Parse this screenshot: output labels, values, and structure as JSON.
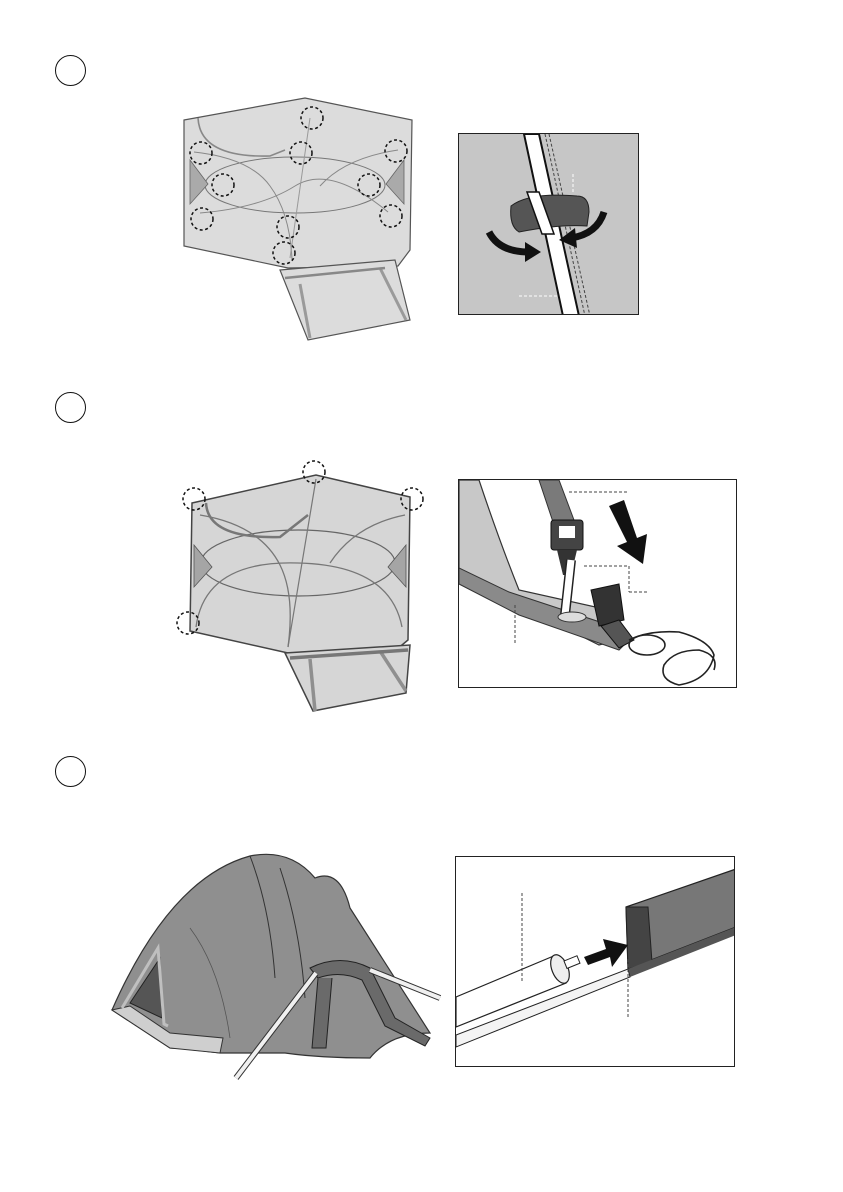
{
  "colors": {
    "outline": "#2b2b2b",
    "fabric_light": "#dcdcdc",
    "fabric_mid": "#bdbdbd",
    "fabric_dark": "#8a8a8a",
    "detail_bg": "#c6c6c6",
    "tab_dark": "#505050",
    "pole": "#9a9a9a"
  },
  "steps": [
    {
      "number": "",
      "panels": [
        "overhead-view-clip-points",
        "pole-clip-detail"
      ]
    },
    {
      "number": "",
      "panels": [
        "overhead-view-corner-points",
        "buckle-detail"
      ]
    },
    {
      "number": "",
      "panels": [
        "tent-with-fly",
        "pole-tip-insert-detail"
      ]
    }
  ],
  "icons": [
    "dashed-circle-marker-icon",
    "arrow-icon",
    "curved-arrow-icon"
  ]
}
